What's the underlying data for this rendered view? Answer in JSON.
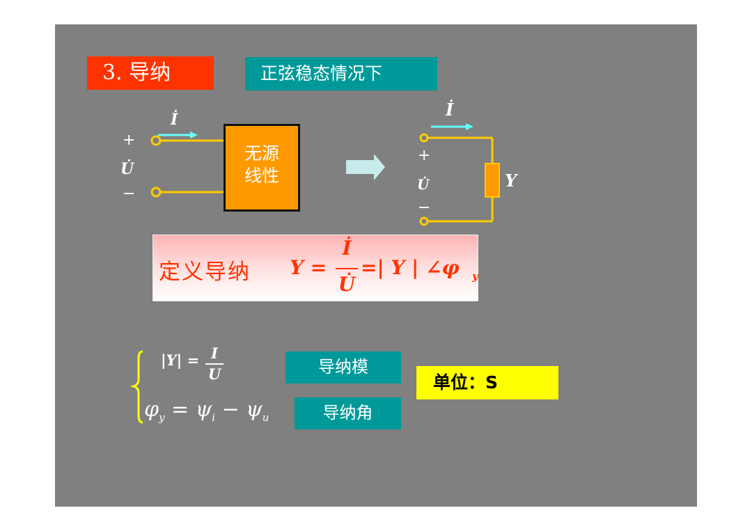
{
  "title": "3. 导纳",
  "subtitle": "正弦稳态情况下",
  "left_circuit": {
    "current": "İ",
    "voltage": "U̇",
    "plus": "+",
    "minus": "−",
    "box_line1": "无源",
    "box_line2": "线性"
  },
  "right_circuit": {
    "current": "İ",
    "voltage": "U̇",
    "plus": "+",
    "minus": "−",
    "element": "Y"
  },
  "definition": {
    "label": "定义导纳",
    "lhs": "Y =",
    "numerator": "İ",
    "denominator": "U̇",
    "rhs": "=| Y | ∠φ",
    "rhs_sub": "y"
  },
  "relations": {
    "mod_lhs": "|Y| =",
    "mod_num": "I",
    "mod_den": "U",
    "angle_eq": "φ",
    "angle_sub": "y",
    "angle_rhs1": " = ψ",
    "angle_sub_i": "i",
    "angle_rhs2": " − ψ",
    "angle_sub_u": "u",
    "mod_tag": "导纳模",
    "angle_tag": "导纳角",
    "unit": "单位：S"
  },
  "colors": {
    "slide_bg": "#808080",
    "title_bg": "#ff3300",
    "teal": "#009999",
    "orange": "#ff9900",
    "wire": "#ffcc00",
    "arrow_cyan": "#66ffff",
    "unit_bg": "#ffff00"
  }
}
